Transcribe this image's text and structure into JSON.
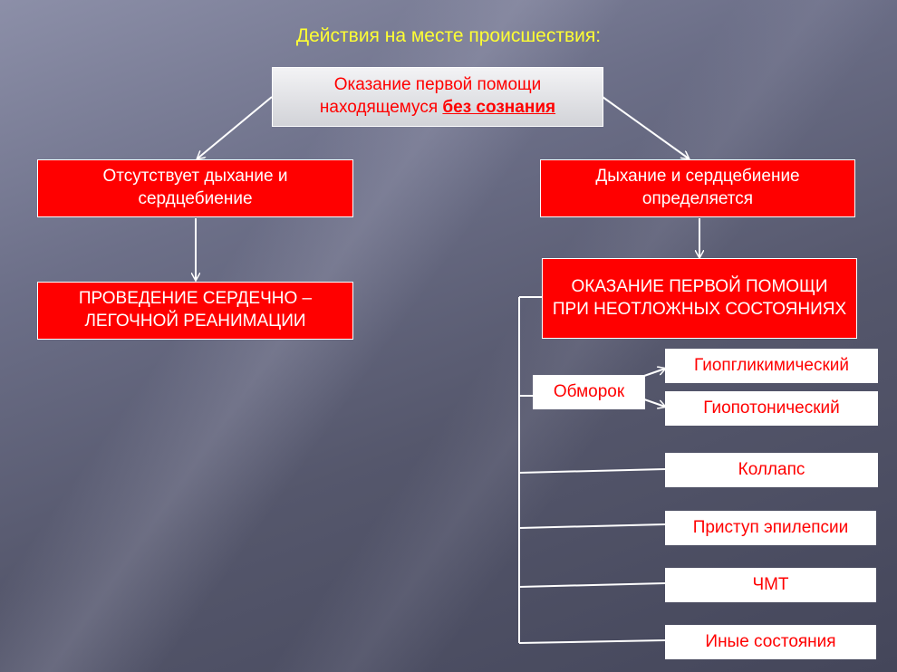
{
  "title": "Действия на месте происшествия:",
  "root": {
    "line1": "Оказание первой помощи",
    "line2_prefix": "находящемуся ",
    "line2_emph": "без сознания"
  },
  "left_branch": {
    "condition": "Отсутствует дыхание и сердцебиение",
    "action": "ПРОВЕДЕНИЕ СЕРДЕЧНО – ЛЕГОЧНОЙ РЕАНИМАЦИИ"
  },
  "right_branch": {
    "condition": "Дыхание и сердцебиение определяется",
    "action": "ОКАЗАНИЕ ПЕРВОЙ ПОМОЩИ ПРИ НЕОТЛОЖНЫХ СОСТОЯНИЯХ"
  },
  "conditions": {
    "fainting": "Обморок",
    "fainting_types": [
      "Гиопгликимический",
      "Гиопотонический"
    ],
    "collapse": "Коллапс",
    "epilepsy": "Приступ эпилепсии",
    "tbi": "ЧМТ",
    "other": "Иные состояния"
  },
  "colors": {
    "box_red": "#ff0000",
    "title": "#ffff33",
    "connector": "#ffffff"
  }
}
